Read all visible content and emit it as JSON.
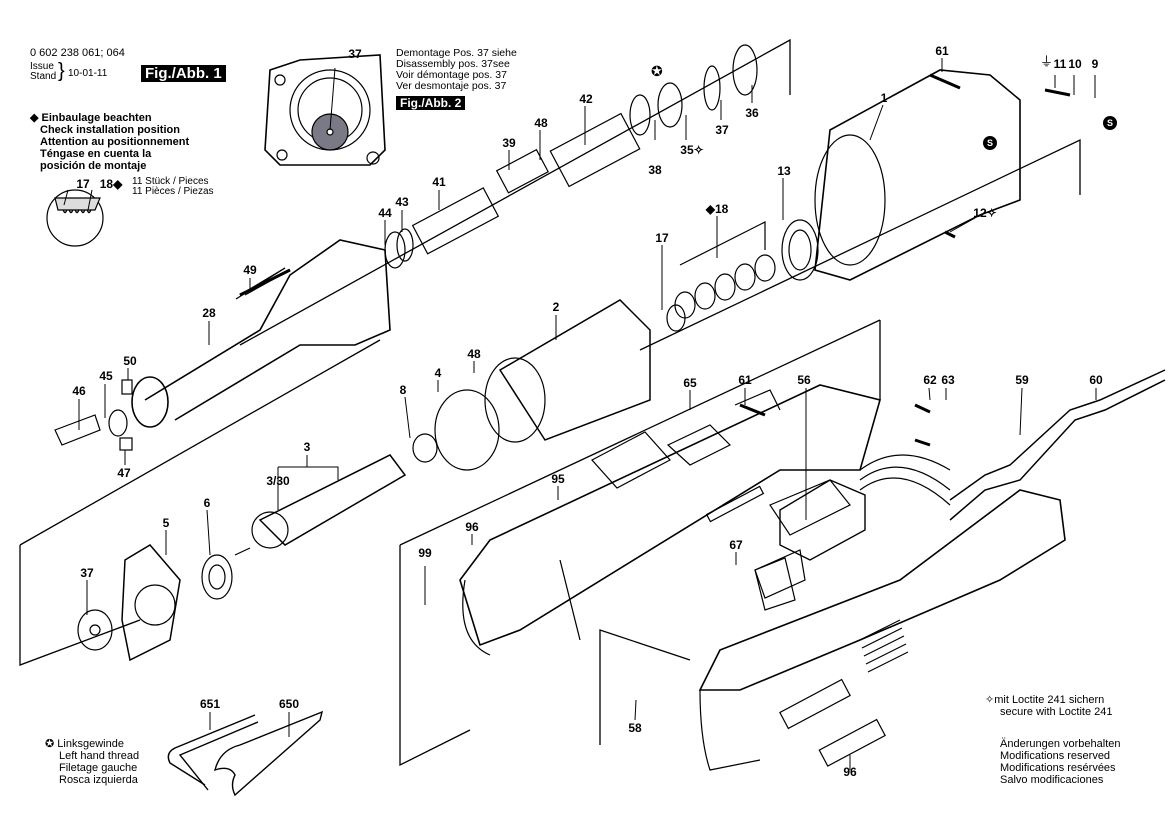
{
  "header": {
    "part_numbers": "0 602 238 061; 064",
    "issue_label": "Issue",
    "stand_label": "Stand",
    "issue_date": "10-01-11",
    "figure_1_label": "Fig./Abb. 1"
  },
  "notes": {
    "installation_position": {
      "symbol": "◆",
      "lines": [
        "Einbaulage beachten",
        "Check installation position",
        "Attention au positionnement",
        "Téngase en cuenta la",
        "posición de montaje"
      ]
    },
    "disassembly": {
      "lines": [
        "Demontage Pos. 37 siehe",
        "Disassembly pos. 37see",
        "Voir démontage pos. 37",
        "Ver desmontaje pos. 37"
      ],
      "figure_label": "Fig./Abb. 2"
    },
    "detail_quantity": {
      "lines": [
        "11 Stück / Pieces",
        "11 Pièces / Piezas"
      ]
    },
    "left_hand_thread": {
      "symbol": "✪",
      "lines": [
        "Linksgewinde",
        "Left hand thread",
        "Filetage gauche",
        "Rosca izquierda"
      ]
    },
    "loctite": {
      "symbol": "✧",
      "lines": [
        "mit Loctite 241 sichern",
        "secure with Loctite 241"
      ]
    },
    "modifications": {
      "lines": [
        "Änderungen vorbehalten",
        "Modifications reserved",
        "Modifications resérvées",
        "Salvo modificaciones"
      ]
    }
  },
  "symbols": {
    "diamond": "◆",
    "star_circle": "✪",
    "loctite_star": "✧",
    "ground": "⏚",
    "s_badge": "S"
  },
  "callouts": [
    {
      "id": "c-37-fig2",
      "label": "37"
    },
    {
      "id": "c-42",
      "label": "42"
    },
    {
      "id": "c-48-top",
      "label": "48"
    },
    {
      "id": "c-39",
      "label": "39"
    },
    {
      "id": "c-38",
      "label": "38"
    },
    {
      "id": "c-35",
      "label": "35"
    },
    {
      "id": "c-37-top",
      "label": "37"
    },
    {
      "id": "c-36",
      "label": "36"
    },
    {
      "id": "c-41",
      "label": "41"
    },
    {
      "id": "c-43",
      "label": "43"
    },
    {
      "id": "c-44",
      "label": "44"
    },
    {
      "id": "c-49",
      "label": "49"
    },
    {
      "id": "c-28",
      "label": "28"
    },
    {
      "id": "c-50",
      "label": "50"
    },
    {
      "id": "c-45",
      "label": "45"
    },
    {
      "id": "c-46",
      "label": "46"
    },
    {
      "id": "c-47",
      "label": "47"
    },
    {
      "id": "c-61-top",
      "label": "61"
    },
    {
      "id": "c-1",
      "label": "1"
    },
    {
      "id": "c-11",
      "label": "11"
    },
    {
      "id": "c-10",
      "label": "10"
    },
    {
      "id": "c-9",
      "label": "9"
    },
    {
      "id": "c-13",
      "label": "13"
    },
    {
      "id": "c-12",
      "label": "12"
    },
    {
      "id": "c-18",
      "label": "18"
    },
    {
      "id": "c-17",
      "label": "17"
    },
    {
      "id": "c-2",
      "label": "2"
    },
    {
      "id": "c-48-mid",
      "label": "48"
    },
    {
      "id": "c-4",
      "label": "4"
    },
    {
      "id": "c-8",
      "label": "8"
    },
    {
      "id": "c-3",
      "label": "3"
    },
    {
      "id": "c-3-30",
      "label": "3/30"
    },
    {
      "id": "c-6",
      "label": "6"
    },
    {
      "id": "c-5",
      "label": "5"
    },
    {
      "id": "c-37-bottom",
      "label": "37"
    },
    {
      "id": "c-61-mid",
      "label": "61"
    },
    {
      "id": "c-56",
      "label": "56"
    },
    {
      "id": "c-65",
      "label": "65"
    },
    {
      "id": "c-62",
      "label": "62"
    },
    {
      "id": "c-63",
      "label": "63"
    },
    {
      "id": "c-59",
      "label": "59"
    },
    {
      "id": "c-60",
      "label": "60"
    },
    {
      "id": "c-95",
      "label": "95"
    },
    {
      "id": "c-96-left",
      "label": "96"
    },
    {
      "id": "c-99",
      "label": "99"
    },
    {
      "id": "c-67",
      "label": "67"
    },
    {
      "id": "c-58",
      "label": "58"
    },
    {
      "id": "c-96-bottom",
      "label": "96"
    },
    {
      "id": "c-651",
      "label": "651"
    },
    {
      "id": "c-650",
      "label": "650"
    },
    {
      "id": "c-17-detail",
      "label": "17"
    },
    {
      "id": "c-18-detail",
      "label": "18"
    }
  ]
}
